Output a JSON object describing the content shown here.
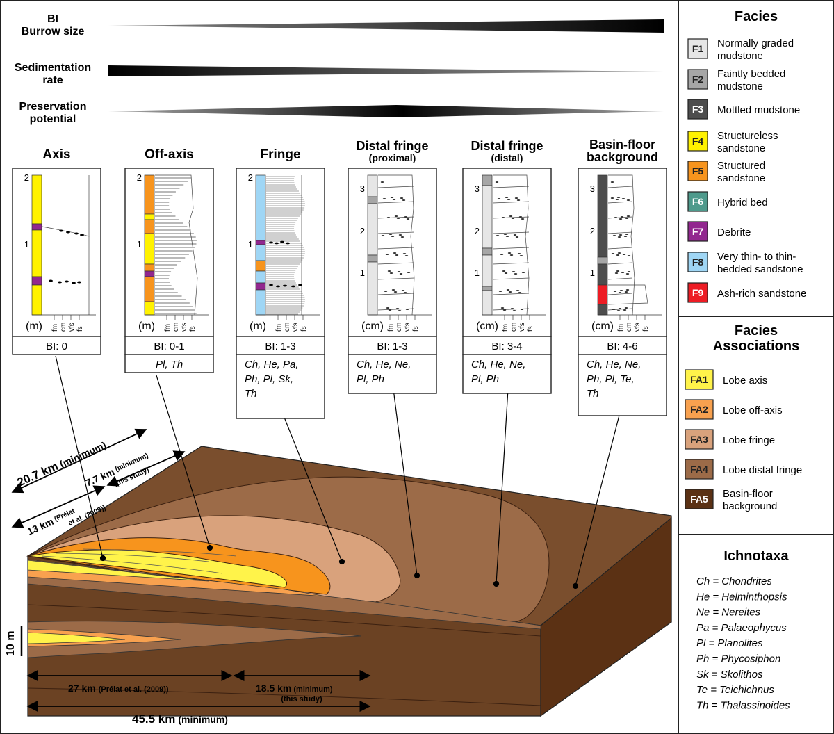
{
  "gradients": {
    "bi": {
      "line1": "BI",
      "line2": "Burrow size"
    },
    "sedimentation": {
      "line1": "Sedimentation",
      "line2": "rate"
    },
    "preservation": {
      "line1": "Preservation",
      "line2": "potential"
    }
  },
  "columns": [
    {
      "title": "Axis",
      "subtitle": "",
      "unit": "(m)",
      "ticks": [
        "2",
        "1"
      ],
      "bi": "BI: 0",
      "ichno": []
    },
    {
      "title": "Off-axis",
      "subtitle": "",
      "unit": "(m)",
      "ticks": [
        "2",
        "1"
      ],
      "bi": "BI: 0-1",
      "ichno": [
        "Pl, Th"
      ]
    },
    {
      "title": "Fringe",
      "subtitle": "",
      "unit": "(m)",
      "ticks": [
        "2",
        "1"
      ],
      "bi": "BI: 1-3",
      "ichno": [
        "Ch, He, Pa,",
        "Ph, Pl, Sk,",
        "Th"
      ]
    },
    {
      "title": "Distal fringe",
      "subtitle": "(proximal)",
      "unit": "(cm)",
      "ticks": [
        "3",
        "2",
        "1"
      ],
      "bi": "BI: 1-3",
      "ichno": [
        "Ch, He, Ne,",
        "Pl, Ph"
      ]
    },
    {
      "title": "Distal fringe",
      "subtitle": "(distal)",
      "unit": "(cm)",
      "ticks": [
        "3",
        "2",
        "1"
      ],
      "bi": "BI: 3-4",
      "ichno": [
        "Ch, He, Ne,",
        "Pl, Ph"
      ]
    },
    {
      "title": "Basin-floor",
      "subtitle": "background",
      "unit": "(cm)",
      "ticks": [
        "3",
        "2",
        "1"
      ],
      "bi": "BI: 4-6",
      "ichno": [
        "Ch, He, Ne,",
        "Ph, Pl, Te,",
        "Th"
      ]
    }
  ],
  "grain_labels": [
    "fm",
    "cm",
    "vfs",
    "fs"
  ],
  "facies": {
    "title": "Facies",
    "items": [
      {
        "code": "F1",
        "lines": [
          "Normally graded",
          "mudstone"
        ],
        "color": "#e6e6e6"
      },
      {
        "code": "F2",
        "lines": [
          "Faintly bedded",
          "mudstone"
        ],
        "color": "#a6a6a6"
      },
      {
        "code": "F3",
        "lines": [
          "Mottled mudstone"
        ],
        "color": "#4d4d4d"
      },
      {
        "code": "F4",
        "lines": [
          "Structureless",
          "sandstone"
        ],
        "color": "#fff200"
      },
      {
        "code": "F5",
        "lines": [
          "Structured",
          "sandstone"
        ],
        "color": "#f7941d"
      },
      {
        "code": "F6",
        "lines": [
          "Hybrid bed"
        ],
        "color": "#4e9a8c"
      },
      {
        "code": "F7",
        "lines": [
          "Debrite"
        ],
        "color": "#92278f"
      },
      {
        "code": "F8",
        "lines": [
          "Very thin- to thin-",
          "bedded sandstone"
        ],
        "color": "#9fd6f5"
      },
      {
        "code": "F9",
        "lines": [
          "Ash-rich sandstone"
        ],
        "color": "#ed1c24"
      }
    ]
  },
  "associations": {
    "title_line1": "Facies",
    "title_line2": "Associations",
    "items": [
      {
        "code": "FA1",
        "lines": [
          "Lobe axis"
        ],
        "color": "#fff34a"
      },
      {
        "code": "FA2",
        "lines": [
          "Lobe off-axis"
        ],
        "color": "#f8a14f"
      },
      {
        "code": "FA3",
        "lines": [
          "Lobe fringe"
        ],
        "color": "#d9a27c"
      },
      {
        "code": "FA4",
        "lines": [
          "Lobe distal fringe"
        ],
        "color": "#9c6b48"
      },
      {
        "code": "FA5",
        "lines": [
          "Basin-floor",
          "background"
        ],
        "color": "#5b3114"
      }
    ]
  },
  "ichnotaxa": {
    "title": "Ichnotaxa",
    "items": [
      "Ch = Chondrites",
      "He = Helminthopsis",
      "Ne = Nereites",
      "Pa = Palaeophycus",
      "Pl = Planolites",
      "Ph = Phycosiphon",
      "Sk = Skolithos",
      "Te = Teichichnus",
      "Th = Thalassinoides"
    ]
  },
  "block": {
    "scale_label": "10 m",
    "dim_top_total": {
      "value": "20.7 km",
      "note": "(minimum)"
    },
    "dim_top_prelat": {
      "value": "13 km",
      "note1": "(Prélat",
      "note2": "et al. (2009))"
    },
    "dim_top_this": {
      "value": "7.7 km",
      "note1": "(minimum)",
      "note2": "(this study)"
    },
    "dim_bottom_prelat": {
      "value": "27 km",
      "note": "(Prélat et al. (2009))"
    },
    "dim_bottom_this": {
      "value": "18.5 km",
      "note1": "(minimum)",
      "note2": "(this study)"
    },
    "dim_bottom_total": {
      "value": "45.5 km",
      "note": "(minimum)"
    }
  }
}
